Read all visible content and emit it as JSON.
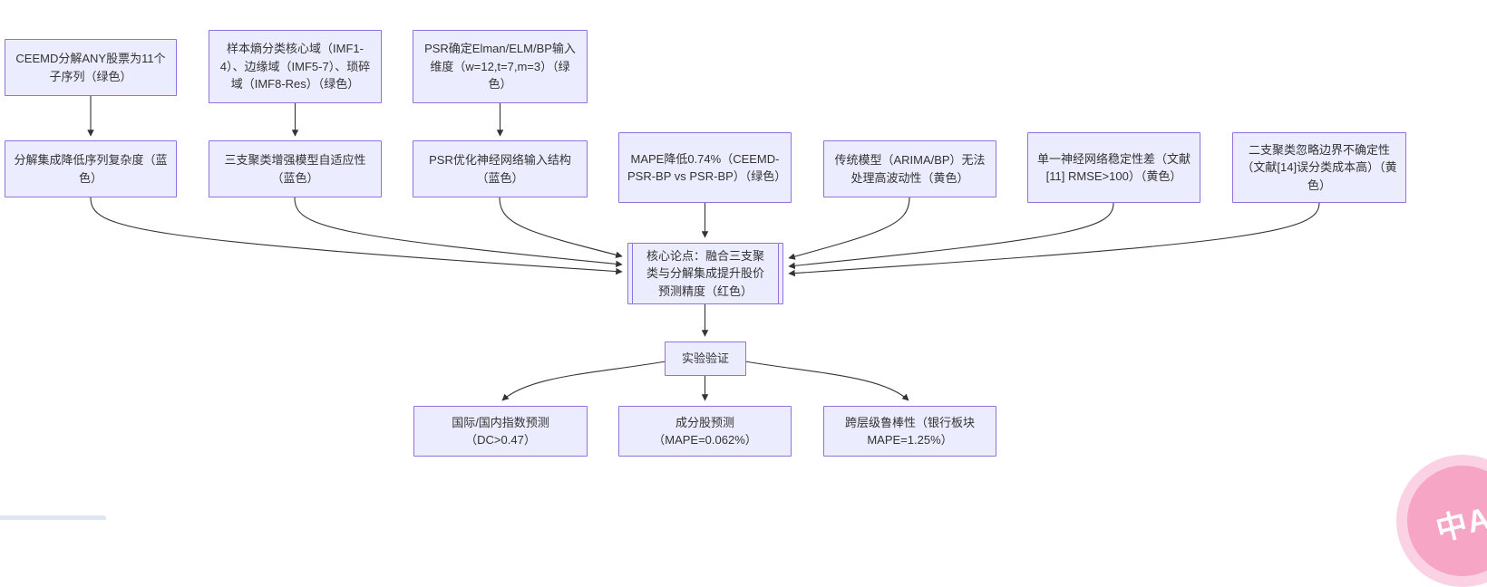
{
  "diagram": {
    "title": "核心论点：融合三支聚类与分解集成提升股价预测精度",
    "type": "flowchart",
    "node_fill": "#ECECFF",
    "node_border": "#9370DB",
    "text_color": "#333333",
    "arrow_color": "#333333",
    "nodes": {
      "A": {
        "label": "CEEMD分解ANY股票为11个子序列（绿色）"
      },
      "B": {
        "label": "样本熵分类核心域（IMF1-4）、边缘域（IMF5-7）、琐碎域（IMF8-Res）（绿色）"
      },
      "C": {
        "label": "PSR确定Elman/ELM/BP输入维度（w=12,t=7,m=3）（绿色）"
      },
      "D": {
        "label": "分解集成降低序列复杂度（蓝色）"
      },
      "E": {
        "label": "三支聚类增强模型自适应性（蓝色）"
      },
      "F": {
        "label": "PSR优化神经网络输入结构（蓝色）"
      },
      "G": {
        "label": "MAPE降低0.74%（CEEMD-PSR-BP vs PSR-BP）（绿色）"
      },
      "H": {
        "label": "传统模型（ARIMA/BP）无法处理高波动性（黄色）"
      },
      "I": {
        "label": "单一神经网络稳定性差（文献[11] RMSE>100）（黄色）"
      },
      "J": {
        "label": "二支聚类忽略边界不确定性（文献[14]误分类成本高）（黄色）"
      },
      "K": {
        "label": "核心论点：融合三支聚类与分解集成提升股价预测精度（红色）"
      },
      "L": {
        "label": "实验验证"
      },
      "M": {
        "label": "国际/国内指数预测（DC>0.47）"
      },
      "N": {
        "label": "成分股预测（MAPE=0.062%）"
      },
      "O": {
        "label": "跨层级鲁棒性（银行板块MAPE=1.25%）"
      }
    },
    "edges": [
      "A→D",
      "B→E",
      "C→F",
      "D→K",
      "E→K",
      "F→K",
      "G→K",
      "H→K",
      "I→K",
      "J→K",
      "K→L",
      "L→M",
      "L→N",
      "L→O"
    ]
  },
  "translate_badge": {
    "label": "中A",
    "color": "#f7a5c4",
    "halo_color": "#fad2e4"
  }
}
